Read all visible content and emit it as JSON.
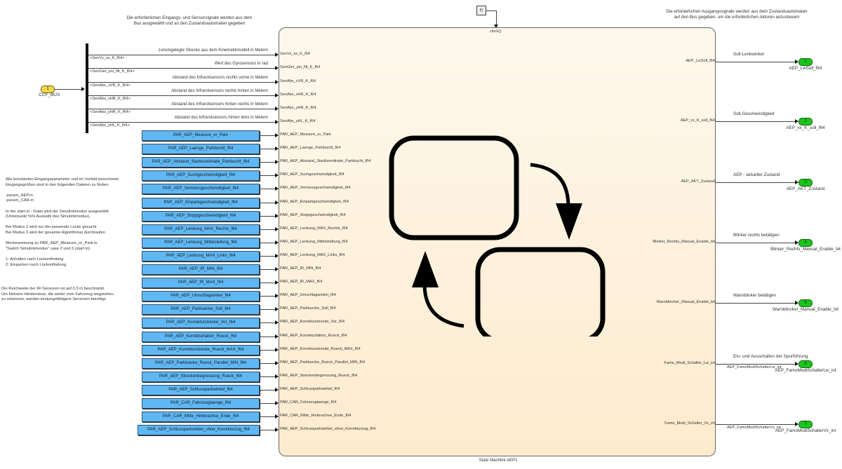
{
  "notes": {
    "top_left": "Die erforderlichen Eingangs- und Sensorsignale werden aus dem\nBus ausgewählt und an den Zustandsautomaten gegeben",
    "top_right": "Die erforderlichen Ausgangssignale werden aus dem Zustandsautomaten\nauf den Bus gegeben, um die erforderlichen Aktoren anzusteuern",
    "params_info": "Alle konstanten Eingangsparameter und im Vorfeld berechnete\nEingangsgrößen sind in den folgenden Dateien zu finden:\n\n-param_AEP.m\n-param_CAR.m\n\nIn der start.m - Datei wird der Simulinkmodus ausgewählt\n(Unterpunkt %% Auswahl des Simulinkmodus).\n\nBei Modus 2 wird nur die passende Lücke gesucht\nBei Modus 3 wird der gesamte Algorithmus durchlaufen\n\nWertzuweisung zu PAR_AEP_Measure_or_Park in\n\"Switch Simulinkmodus\" case 2 und 3 (start.m)\n\n1: Anhalten nach Lückenfindung\n2: Einparken nach Lückenfindung",
    "ir_info": "Die Reichweite der IR-Sensoren ist auf 0.3 m beschränkt.\nUm kleinere Hindernisse, die weiter vom Fahrzeug wegstehen,\nzu erkennen, werden leistungsfähigere Sensoren benötigt."
  },
  "inport": {
    "number": "1",
    "name": "CCF_BUS"
  },
  "bus_signals": [
    {
      "selector": "<SenVx_sx_K_f64>",
      "description": "zurückgelegte Strecke aus dem Kinematikmodell in Metern",
      "port": "SenVx_sx_K_f64"
    },
    {
      "selector": "<SenGier_psi_filt_K_f64>",
      "description": "Wert des Gyrosensors in rad",
      "port": "SenGier_psi_filt_K_f64"
    },
    {
      "selector": "<SenAbs_xVR_K_f64>",
      "description": "Abstand des Infrarotsensors rechts vorne in Metern",
      "port": "SenAbs_xVR_K_f64"
    },
    {
      "selector": "<SenAbs_xHR_K_f64>",
      "description": "Abstand des Infrarotsensors rechts hinten in Metern",
      "port": "SenAbs_xHR_K_f64"
    },
    {
      "selector": "<SenAbs_yHR_K_f64>",
      "description": "Abstand des Infrarotsensors hinten rechts in Metern",
      "port": "SenAbs_yHR_K_f64"
    },
    {
      "selector": "<SenAbs_yHL_K_f64>",
      "description": "Abstand des Infrarotsensors hinten links in Metern",
      "port": "SenAbs_yHL_K_f64"
    }
  ],
  "parameters": [
    "PAR_AEP_Measure_or_Park",
    "PAR_AEP_Laenge_Parkbucht_f64",
    "PAR_AEP_Abstand_Startkoordinate_Parkbucht_f64",
    "PAR_AEP_Suchgeschwindigkeit_f64",
    "PAR_AEP_Vermessgeschwindigkeit_f64",
    "PAR_AEP_Einparkgeschwindigkeit_f64",
    "PAR_AEP_Stoppgeschwindigkeit_f64",
    "PAR_AEP_Lenkung_MAX_Rechts_f64",
    "PAR_AEP_Lenkung_Mittelstellung_f64",
    "PAR_AEP_Lenkung_MAX_Links_f64",
    "PAR_AEP_IR_MIN_f64",
    "PAR_AEP_IR_MAX_f64",
    "PAR_AEP_Umschlagwinkel_f64",
    "PAR_AEP_Parkluecke_Soll_f64",
    "PAR_AEP_Korrekturstrecke_Vor_f64",
    "PAR_AEP_Korrekturfaktor_Rueck_f64",
    "PAR_AEP_Korrekturstrecke_Rueck_MAX_f64",
    "PAR_AEP_Parkluecke_Rueck_Parallel_MIN_f64",
    "PAR_AEP_Streckenbegrenzung_Rueck_f64",
    "PAR_AEP_Schlussparkwinkel_f64",
    "PAR_CAR_Fahrzeuglaenge_f64",
    "PAR_CAR_Mitte_Hinterachse_Ende_f64",
    "PAR_AEP_Schlussparkwinkel_ohne_Korrekturzug_f64"
  ],
  "chart": {
    "name": "State Machine AEP1",
    "trigger": "clock()",
    "trigger_block": "f()"
  },
  "outputs": [
    {
      "port": "AEP_LwSoll_f64",
      "description": "Soll-Lenkwinkel",
      "number": "1",
      "name": "AEP_LwSoll_f64",
      "signal": ""
    },
    {
      "port": "AEP_vx_K_soll_f64",
      "description": "Soll-Geschwindigkeit",
      "number": "2",
      "name": "AEP_vx_K_soll_f64",
      "signal": ""
    },
    {
      "port": "AEP_AKT_Zustand",
      "description": "AEP - aktueller Zustand",
      "number": "3",
      "name": "AEP_AKT_Zustand",
      "signal": ""
    },
    {
      "port": "Blinker_Rechts_Manual_Enable_bit",
      "description": "Blinker rechts betätigen",
      "number": "4",
      "name": "Blinker_Rechts_Manual_Enable_bit",
      "signal": ""
    },
    {
      "port": "Warnblincker_Manual_Enable_bit",
      "description": "Warnblinker betätigen",
      "number": "5",
      "name": "Warnblincker_Manual_Enable_bit",
      "signal": ""
    },
    {
      "port": "Famo_Modi_Schalter_Lw_int",
      "description": "Ein- und Ausschalten der Spurführung",
      "number": "6",
      "name": "AEP_FamoModiSchalterLw_int",
      "signal": "AEP_FamoModiSchalterLw_int"
    },
    {
      "port": "Famo_Modi_Schalter_Vx_int",
      "description": "",
      "number": "7",
      "name": "AEP_FamoModiSchalterVx_int",
      "signal": "AEP_FamoModiSchalterVx_int"
    }
  ],
  "colors": {
    "param_block": "#5fb8f4",
    "outport": "#1bc41b",
    "inport": "#f1d84a",
    "chart_bg": "#fef3e0"
  }
}
